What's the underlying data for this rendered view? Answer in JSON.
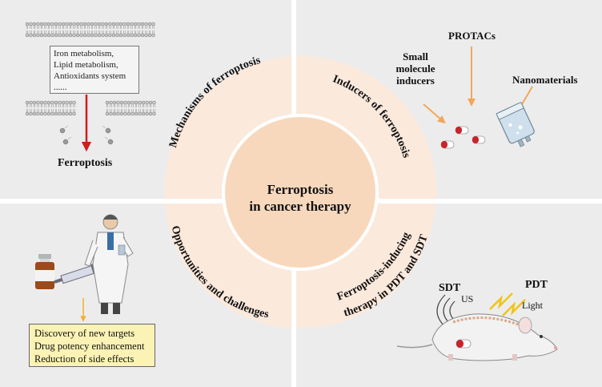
{
  "center": {
    "line1": "Ferroptosis",
    "line2": "in cancer therapy"
  },
  "quadrants": {
    "top_left": {
      "ring_label": "Mechanisms of ferroptosis",
      "box_lines": [
        "Iron metabolism,",
        "Lipid metabolism,",
        "Antioxidants system",
        "......"
      ],
      "result": "Ferroptosis"
    },
    "top_right": {
      "ring_label": "Inducers of ferroptosis",
      "small_molecule": [
        "Small",
        "molecule",
        "inducers"
      ],
      "protacs": "PROTACs",
      "nanomaterials": "Nanomaterials"
    },
    "bottom_left": {
      "ring_label": "Opportunities and challenges",
      "box_lines": [
        "Discovery of new targets",
        "Drug potency enhancement",
        "Reduction of side effects"
      ]
    },
    "bottom_right": {
      "ring_label_line1": "Ferroptosis-inducing",
      "ring_label_line2": "therapy in PDT and SDT",
      "sdt": "SDT",
      "us": "US",
      "pdt": "PDT",
      "light": "Light"
    }
  },
  "colors": {
    "background": "#ececec",
    "divider": "#ffffff",
    "outer_ring": "#fbe9dc",
    "inner_disc": "#f8d8bc",
    "arrow_red": "#cc1f1f",
    "arrow_orange": "#f2a65a",
    "yellow_box": "#fbf3b5",
    "lightning": "#f0c419"
  },
  "icons": [
    "cell-membrane-icon",
    "lipid-droplet-icon",
    "capsule-icon",
    "iv-bag-icon",
    "drug-vial-icon",
    "syringe-icon",
    "doctor-icon",
    "mouse-icon",
    "ultrasound-waves-icon",
    "lightning-icon"
  ]
}
